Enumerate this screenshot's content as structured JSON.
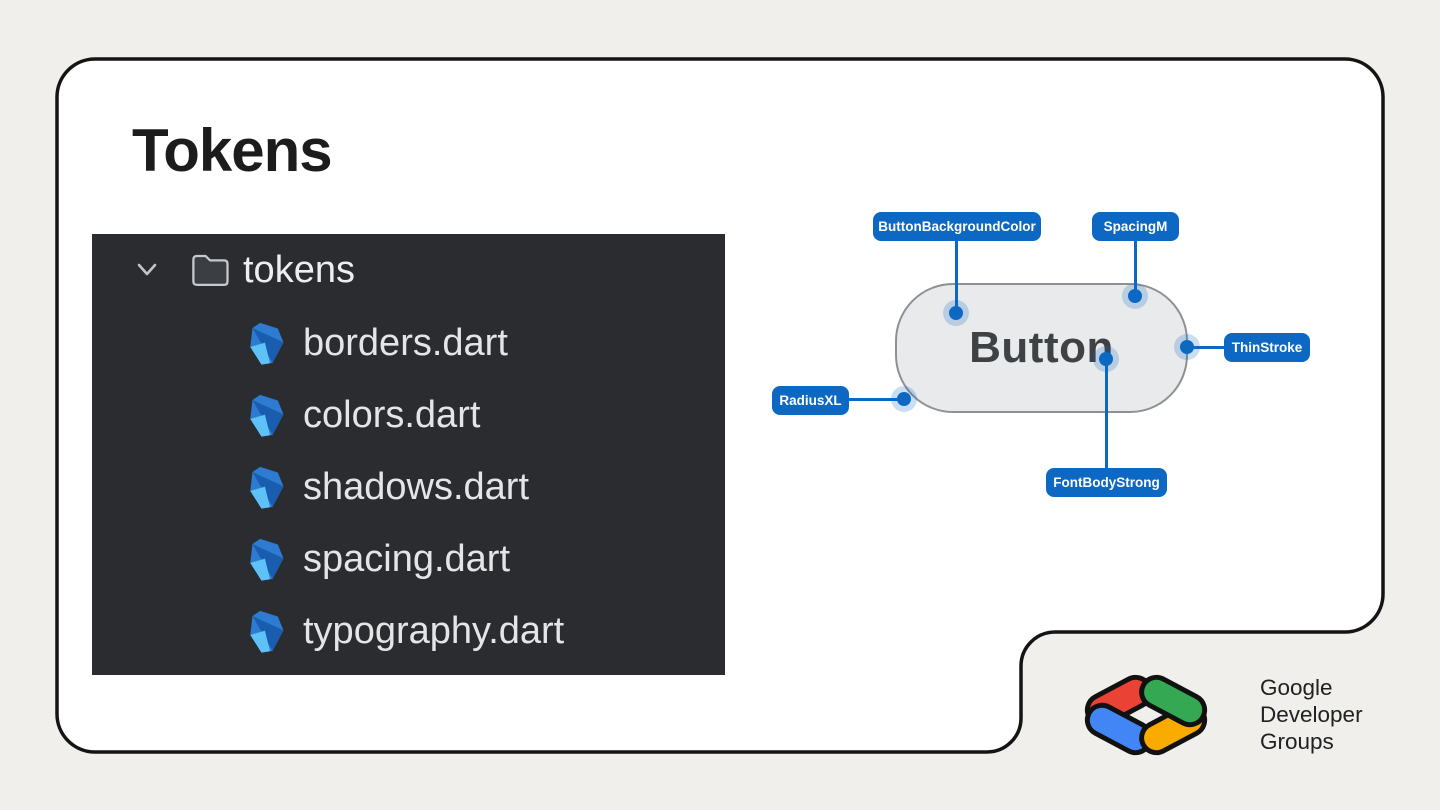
{
  "slide": {
    "title": "Tokens",
    "background_color": "#f1efeb",
    "card_color": "#ffffff",
    "outline_color": "#141414",
    "accent_blue": "#0d68c4"
  },
  "file_explorer": {
    "panel_color": "#2b2c30",
    "folder": {
      "icon": "folder-icon",
      "chevron": "chevron-down-icon",
      "name": "tokens"
    },
    "files": [
      {
        "icon": "dart-file-icon",
        "name": "borders.dart"
      },
      {
        "icon": "dart-file-icon",
        "name": "colors.dart"
      },
      {
        "icon": "dart-file-icon",
        "name": "shadows.dart"
      },
      {
        "icon": "dart-file-icon",
        "name": "spacing.dart"
      },
      {
        "icon": "dart-file-icon",
        "name": "typography.dart"
      }
    ]
  },
  "diagram": {
    "button": {
      "label": "Button",
      "fill": "#e9eaeb",
      "stroke": "#8d9095"
    },
    "labels": [
      {
        "text": "ButtonBackgroundColor",
        "position": "top-left"
      },
      {
        "text": "SpacingM",
        "position": "top-right"
      },
      {
        "text": "ThinStroke",
        "position": "right"
      },
      {
        "text": "RadiusXL",
        "position": "left"
      },
      {
        "text": "FontBodyStrong",
        "position": "bottom"
      }
    ]
  },
  "footer": {
    "logo": "google-developer-groups-logo",
    "lines": [
      "Google",
      "Developer",
      "Groups"
    ],
    "logo_colors": {
      "red": "#EA4335",
      "blue": "#4285F4",
      "green": "#34A853",
      "yellow": "#F9AB00"
    }
  }
}
